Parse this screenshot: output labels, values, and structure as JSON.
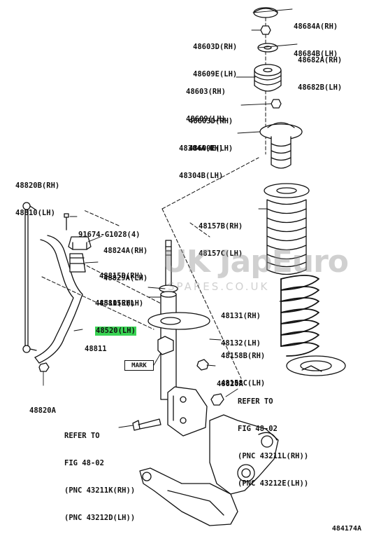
{
  "labels": [
    {
      "id": "48684",
      "lines": [
        "48684A(RH)",
        "48684B(LH)"
      ]
    },
    {
      "id": "48603D-top",
      "lines": [
        "48603D(RH)",
        "48609E(LH)"
      ]
    },
    {
      "id": "48682",
      "lines": [
        "48682A(RH)",
        "48682B(LH)"
      ]
    },
    {
      "id": "48603",
      "lines": [
        "48603(RH)",
        "48609(LH)"
      ]
    },
    {
      "id": "48603D-mid",
      "lines": [
        "48603D(RH)",
        "48609E(LH)"
      ]
    },
    {
      "id": "48304",
      "lines": [
        "48304A(RH)",
        "48304B(LH)"
      ]
    },
    {
      "id": "48820B",
      "lines": [
        "48820B(RH)",
        "48810(LH)"
      ]
    },
    {
      "id": "48157",
      "lines": [
        "48157B(RH)",
        "48157C(LH)"
      ]
    },
    {
      "id": "91674",
      "lines": [
        "91674-G1028(4)"
      ]
    },
    {
      "id": "48824",
      "lines": [
        "48824A(RH)",
        "48829A(LH)"
      ]
    },
    {
      "id": "48815",
      "lines": [
        "48815D(RH)",
        "48815E(LH)"
      ]
    },
    {
      "id": "48510",
      "lines": [
        "48510(RH)"
      ]
    },
    {
      "id": "48131",
      "lines": [
        "48131(RH)",
        "48132(LH)"
      ]
    },
    {
      "id": "48811",
      "lines": [
        "48811"
      ]
    },
    {
      "id": "48158",
      "lines": [
        "48158B(RH)",
        "48158C(LH)"
      ]
    },
    {
      "id": "48820A-right",
      "lines": [
        "48820A"
      ]
    },
    {
      "id": "48820A-left",
      "lines": [
        "48820A"
      ]
    },
    {
      "id": "ref-rh",
      "lines": [
        "REFER TO",
        "FIG 48-02",
        "(PNC 43211L(RH))",
        "(PNC 43212E(LH))"
      ]
    },
    {
      "id": "ref-lh",
      "lines": [
        "REFER TO",
        "FIG 48-02",
        "(PNC 43211K(RH))",
        "(PNC 43212D(LH))"
      ]
    }
  ],
  "highlighted_label": "48520(LH)",
  "highlight_color": "#39d353",
  "mark_label": "MARK",
  "watermark": {
    "logo": "UK JapEuro",
    "url": "SPARES.CO.UK"
  },
  "figure_code": "484174A"
}
